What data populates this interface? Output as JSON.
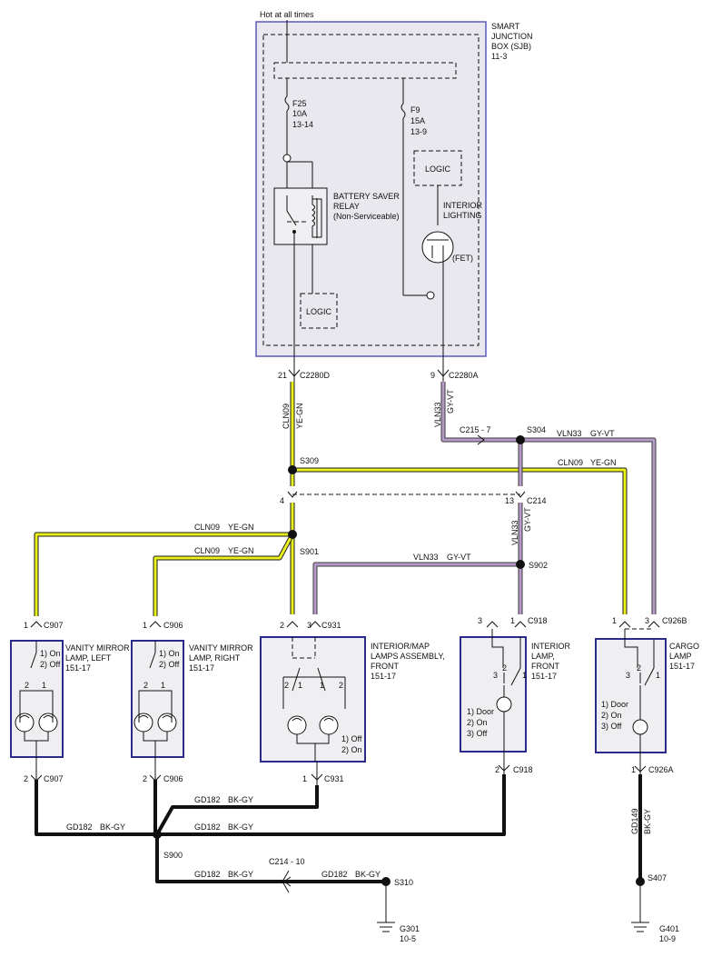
{
  "sjb": {
    "hot_label": "Hot at all times",
    "name": [
      "SMART",
      "JUNCTION",
      "BOX (SJB)",
      "11-3"
    ],
    "fuse_f25": [
      "F25",
      "10A",
      "13-14"
    ],
    "fuse_f9": [
      "F9",
      "15A",
      "13-9"
    ],
    "relay": [
      "BATTERY SAVER",
      "RELAY",
      "(Non-Serviceable)"
    ],
    "logic_top": "LOGIC",
    "logic_bottom": "LOGIC",
    "interior_lighting": [
      "INTERIOR",
      "LIGHTING"
    ],
    "fet": "(FET)"
  },
  "connectors": {
    "c2280d_pin": "21",
    "c2280d": "C2280D",
    "c2280a_pin": "9",
    "c2280a": "C2280A",
    "c215": "C215 -  7",
    "c214_pin_left": "4",
    "c214_pin_right": "13",
    "c214": "C214",
    "c907_top_pin": "1",
    "c907_top": "C907",
    "c906_top_pin": "1",
    "c906_top": "C906",
    "c931_top_pin_a": "2",
    "c931_top_pin_b": "3",
    "c931_top": "C931",
    "c918_top_pin_a": "3",
    "c918_top_pin_b": "1",
    "c918_top": "C918",
    "c926b_pin_a": "1",
    "c926b_pin_b": "3",
    "c926b": "C926B",
    "c907_bot_pin": "2",
    "c907_bot": "C907",
    "c906_bot_pin": "2",
    "c906_bot": "C906",
    "c931_bot_pin": "1",
    "c931_bot": "C931",
    "c918_bot_pin": "2",
    "c918_bot": "C918",
    "c926a_pin": "1",
    "c926a": "C926A",
    "c214_10": "C214 -  10"
  },
  "splices": {
    "s309": "S309",
    "s304": "S304",
    "s901": "S901",
    "s902": "S902",
    "s900": "S900",
    "s310": "S310",
    "s407": "S407"
  },
  "grounds": {
    "g301": [
      "G301",
      "10-5"
    ],
    "g401": [
      "G401",
      "10-9"
    ]
  },
  "wires": {
    "cln09": "CLN09",
    "ye_gn": "YE-GN",
    "vln33": "VLN33",
    "gy_vt": "GY-VT",
    "gd182": "GD182",
    "bk_gy": "BK-GY",
    "gd149": "GD149"
  },
  "components": {
    "vanity_left": [
      "VANITY MIRROR",
      "LAMP, LEFT",
      "151-17"
    ],
    "vanity_right": [
      "VANITY MIRROR",
      "LAMP, RIGHT",
      "151-17"
    ],
    "vanity_switch": [
      "1) On",
      "2) Off"
    ],
    "map_lamps": [
      "INTERIOR/MAP",
      "LAMPS ASSEMBLY,",
      "FRONT",
      "151-17"
    ],
    "map_switch": [
      "1) Off",
      "2) On"
    ],
    "interior_lamp": [
      "INTERIOR",
      "LAMP,",
      "FRONT",
      "151-17"
    ],
    "interior_switch": [
      "1) Door",
      "2) On",
      "3) Off"
    ],
    "cargo_lamp": [
      "CARGO",
      "LAMP",
      "151-17"
    ],
    "cargo_switch": [
      "1) Door",
      "2) On",
      "3) Off"
    ],
    "pin_1": "1",
    "pin_2": "2",
    "pin_3": "3"
  }
}
